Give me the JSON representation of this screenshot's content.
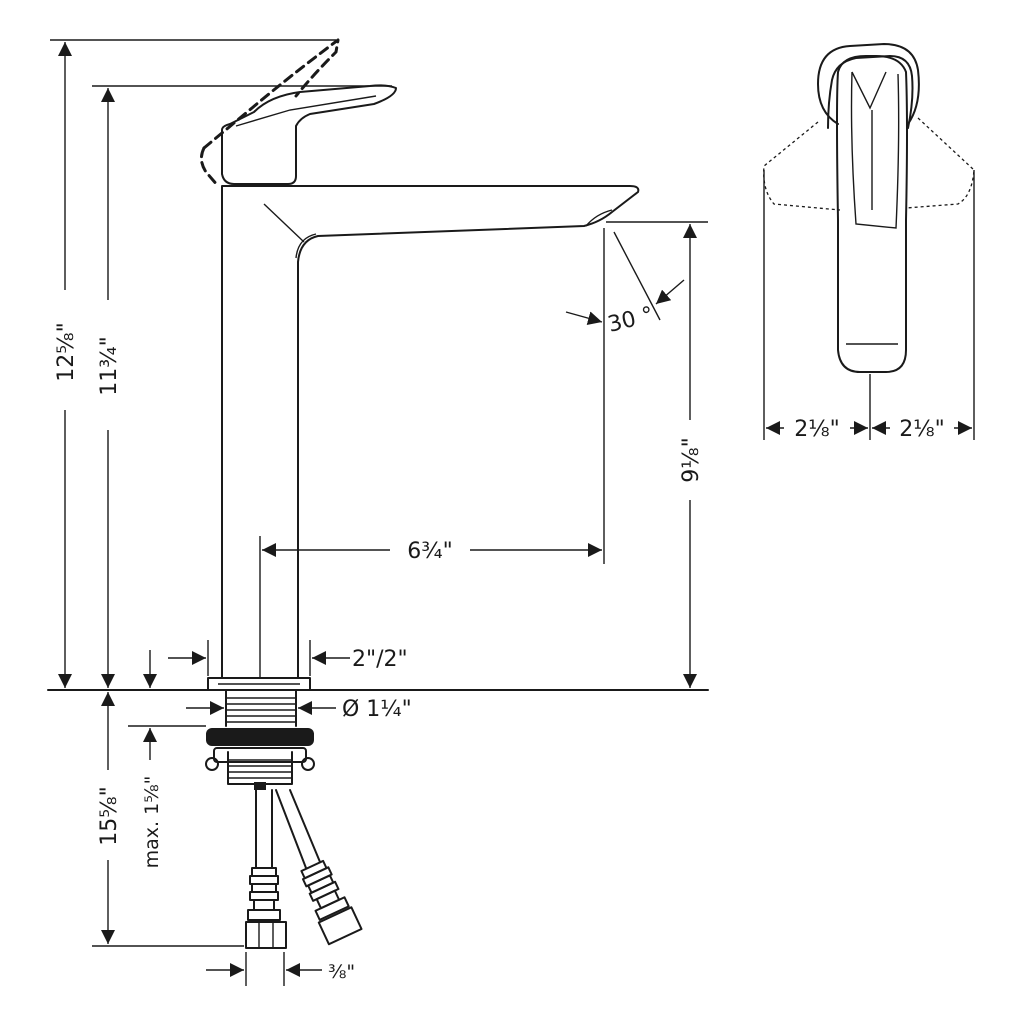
{
  "dimensions": {
    "overall_height": "12⅝\"",
    "handle_height": "11¾\"",
    "spout_height": "9⅛\"",
    "spout_reach": "6¾\"",
    "spout_angle": "30 °",
    "base_width": "2\"/2\"",
    "shank_diameter": "Ø 1¼\"",
    "below_counter_length": "15⅝\"",
    "max_counter_thickness": "max. 1⅝\"",
    "hose_thread": "⅜\"",
    "handle_left_width": "2⅛\"",
    "handle_right_width": "2⅛\""
  },
  "colors": {
    "line": "#1a1a1a",
    "background": "#ffffff"
  }
}
